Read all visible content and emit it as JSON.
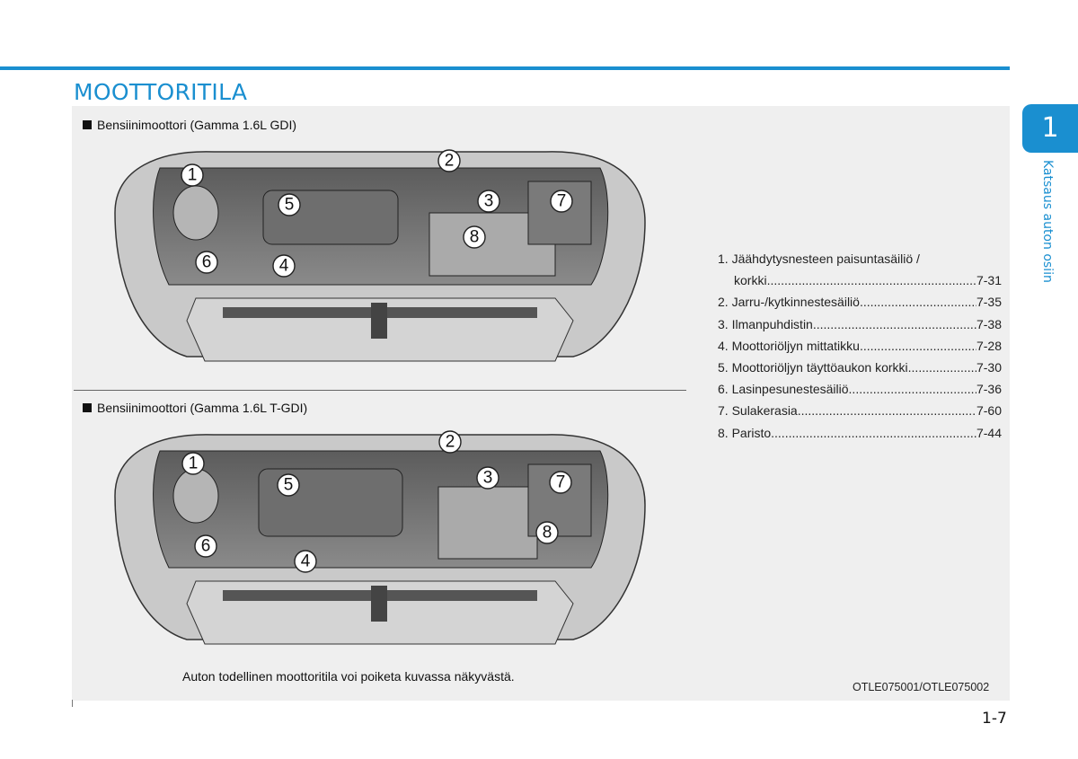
{
  "page": {
    "title": "MOOTTORITILA",
    "chapter_number": "1",
    "chapter_label": "Katsaus auton osiin",
    "page_number": "1-7"
  },
  "figures": [
    {
      "caption": "Bensiinimoottori (Gamma 1.6L GDI)",
      "callouts": [
        "1",
        "2",
        "3",
        "4",
        "5",
        "6",
        "7",
        "8"
      ]
    },
    {
      "caption": "Bensiinimoottori  (Gamma 1.6L T-GDI)",
      "callouts": [
        "1",
        "2",
        "3",
        "4",
        "5",
        "6",
        "7",
        "8"
      ]
    }
  ],
  "legend": {
    "item1_label": "1. Jäähdytysnesteen paisuntasäiliö /",
    "item1_cont": "korkki",
    "item1_page": "7-31",
    "items": [
      {
        "label": "2. Jarru-/kytkinnestesäiliö",
        "page": "7-35"
      },
      {
        "label": "3. Ilmanpuhdistin",
        "page": "7-38"
      },
      {
        "label": "4. Moottoriöljyn mittatikku",
        "page": "7-28"
      },
      {
        "label": "5. Moottoriöljyn täyttöaukon korkki",
        "page": "7-30"
      },
      {
        "label": "6. Lasinpesunestesäiliö",
        "page": "7-36"
      },
      {
        "label": "7. Sulakerasia",
        "page": "7-60"
      },
      {
        "label": "8. Paristo",
        "page": "7-44"
      }
    ]
  },
  "note": "Auton todellinen moottoritila voi poiketa kuvassa näkyvästä.",
  "image_code": "OTLE075001/OTLE075002",
  "colors": {
    "accent": "#1a8fd0",
    "panel_bg": "#efefef"
  }
}
